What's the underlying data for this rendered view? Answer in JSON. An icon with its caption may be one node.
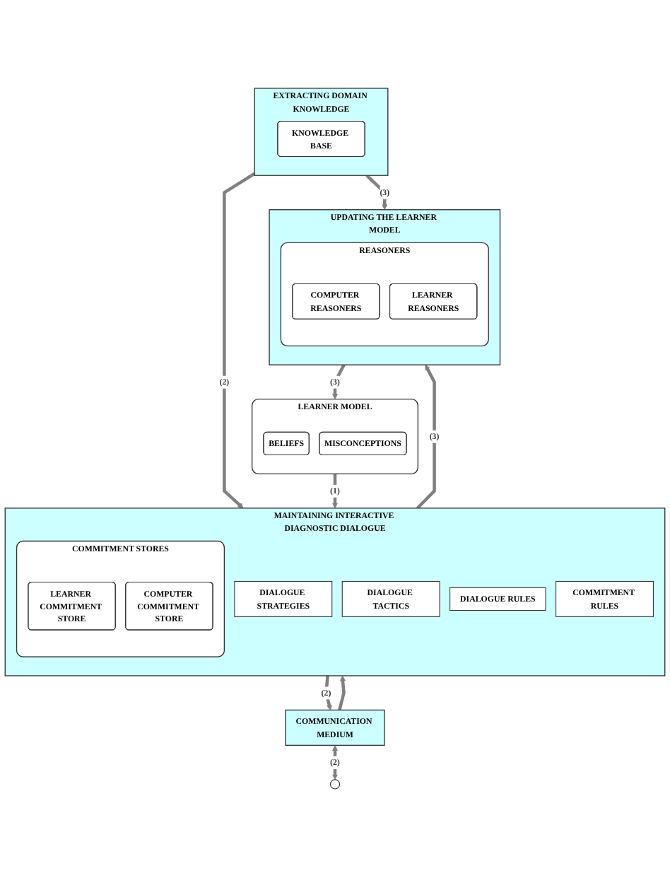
{
  "diagram": {
    "nodes": [
      {
        "text": [
          "UPDATING THE LEARNER MODEL"
        ]
      },
      {
        "text": [
          "REASONERS"
        ],
        "in": 0
      },
      {
        "text": [
          "COMPUTER REASONERS"
        ],
        "in": 1
      },
      {
        "text": [
          "LEARNER REASONERS"
        ],
        "in": 1
      },
      {
        "text": [
          "EXTRACTING DOMAIN KNOWLEDGE"
        ]
      },
      {
        "text": [
          "KNOWLEDGE BASE"
        ],
        "in": 4
      },
      {
        "text": [
          "LEARNER MODEL"
        ]
      },
      {
        "text": [
          "BELIEFS"
        ],
        "in": 6
      },
      {
        "text": [
          "MISCONCEPTIONS"
        ],
        "in": 6
      },
      {
        "text": [
          "MAINTAINING INTERACTIVE DIAGNOSTIC DIALOGUE"
        ]
      },
      {
        "text": [
          "COMMITMENT STORES"
        ],
        "in": 9
      },
      {
        "text": [
          "LEARNER COMMITMENT STORE"
        ],
        "in": 10
      },
      {
        "text": [
          "COMPUTER COMMITMENT STORE"
        ],
        "in": 10
      },
      {
        "text": [
          "DIALOGUE STRATEGIES"
        ],
        "in": 9
      },
      {
        "text": [
          "DIALOGUE TACTICS"
        ],
        "in": 9
      },
      {
        "text": [
          "DIALOGUE RULES"
        ],
        "in": 9
      },
      {
        "text": [
          "COMMITMENT RULES"
        ],
        "in": 9
      },
      {
        "text": [
          "COMMUNICATION MEDIUM"
        ]
      },
      {
        "text": [],
        "shape": "circle"
      }
    ],
    "edges": [
      {
        "from": 4,
        "to": 0,
        "arrow": "to",
        "label": "(3)"
      },
      {
        "from": 9,
        "to": 0,
        "arrow": "to",
        "label": "(3)"
      },
      {
        "from": 0,
        "to": 6,
        "arrow": "to",
        "label": "(3)"
      },
      {
        "from": 4,
        "to": 9,
        "arrow": "to",
        "label": "(2)"
      },
      {
        "from": 6,
        "to": 9,
        "arrow": "to",
        "label": "(1)"
      },
      {
        "from": 9,
        "to": 17,
        "arrow": "to",
        "label": "(2)"
      },
      {
        "from": 17,
        "to": 9,
        "arrow": "to"
      },
      {
        "from": 17,
        "to": 18,
        "arrow": "both",
        "label": "(2)"
      }
    ]
  }
}
